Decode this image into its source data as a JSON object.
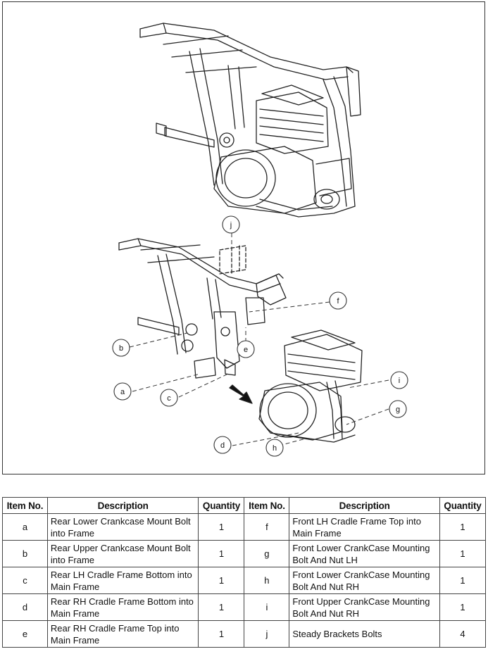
{
  "callouts": [
    "j",
    "f",
    "b",
    "e",
    "a",
    "c",
    "i",
    "g",
    "d",
    "h"
  ],
  "table": {
    "headers": [
      "Item No.",
      "Description",
      "Quantity",
      "Item No.",
      "Description",
      "Quantity"
    ],
    "rows": [
      {
        "item1": "a",
        "desc1": "Rear Lower Crankcase Mount Bolt into Frame",
        "qty1": "1",
        "item2": "f",
        "desc2": "Front LH Cradle Frame Top into Main Frame",
        "qty2": "1"
      },
      {
        "item1": "b",
        "desc1": "Rear Upper Crankcase Mount Bolt into Frame",
        "qty1": "1",
        "item2": "g",
        "desc2": "Front Lower CrankCase Mounting Bolt And Nut LH",
        "qty2": "1"
      },
      {
        "item1": "c",
        "desc1": "Rear LH Cradle Frame Bottom into Main Frame",
        "qty1": "1",
        "item2": "h",
        "desc2": "Front Lower CrankCase Mounting Bolt And Nut RH",
        "qty2": "1"
      },
      {
        "item1": "d",
        "desc1": "Rear RH Cradle Frame Bottom into Main Frame",
        "qty1": "1",
        "item2": "i",
        "desc2": "Front Upper CrankCase Mounting Bolt And Nut RH",
        "qty2": "1"
      },
      {
        "item1": "e",
        "desc1": "Rear RH Cradle Frame Top into Main Frame",
        "qty1": "1",
        "item2": "j",
        "desc2": "Steady Brackets Bolts",
        "qty2": "4"
      }
    ]
  }
}
